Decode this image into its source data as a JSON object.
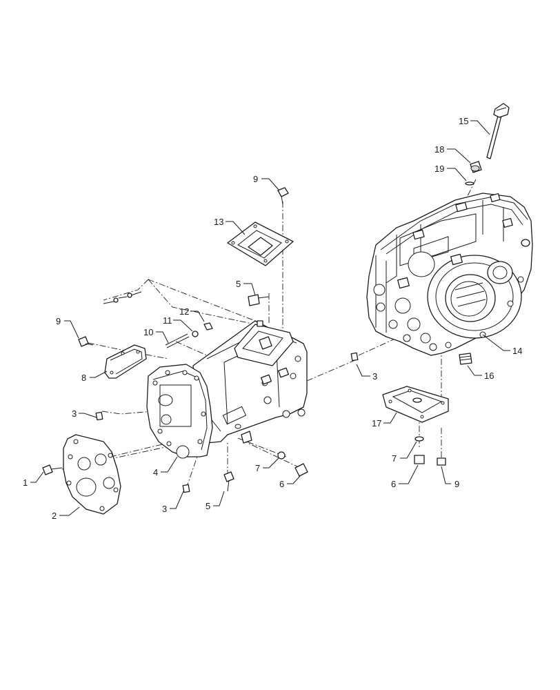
{
  "callouts": [
    {
      "id": "c1",
      "text": "1"
    },
    {
      "id": "c2",
      "text": "2"
    },
    {
      "id": "c3a",
      "text": "3"
    },
    {
      "id": "c3b",
      "text": "3"
    },
    {
      "id": "c3c",
      "text": "3"
    },
    {
      "id": "c4",
      "text": "4"
    },
    {
      "id": "c5a",
      "text": "5"
    },
    {
      "id": "c5b",
      "text": "5"
    },
    {
      "id": "c6a",
      "text": "6"
    },
    {
      "id": "c6b",
      "text": "6"
    },
    {
      "id": "c7a",
      "text": "7"
    },
    {
      "id": "c7b",
      "text": "7"
    },
    {
      "id": "c8",
      "text": "8"
    },
    {
      "id": "c9a",
      "text": "9"
    },
    {
      "id": "c9b",
      "text": "9"
    },
    {
      "id": "c9c",
      "text": "9"
    },
    {
      "id": "c10",
      "text": "10"
    },
    {
      "id": "c11",
      "text": "11"
    },
    {
      "id": "c12",
      "text": "12"
    },
    {
      "id": "c13",
      "text": "13"
    },
    {
      "id": "c14",
      "text": "14"
    },
    {
      "id": "c15",
      "text": "15"
    },
    {
      "id": "c16",
      "text": "16"
    },
    {
      "id": "c17",
      "text": "17"
    },
    {
      "id": "c18",
      "text": "18"
    },
    {
      "id": "c19",
      "text": "19"
    }
  ]
}
